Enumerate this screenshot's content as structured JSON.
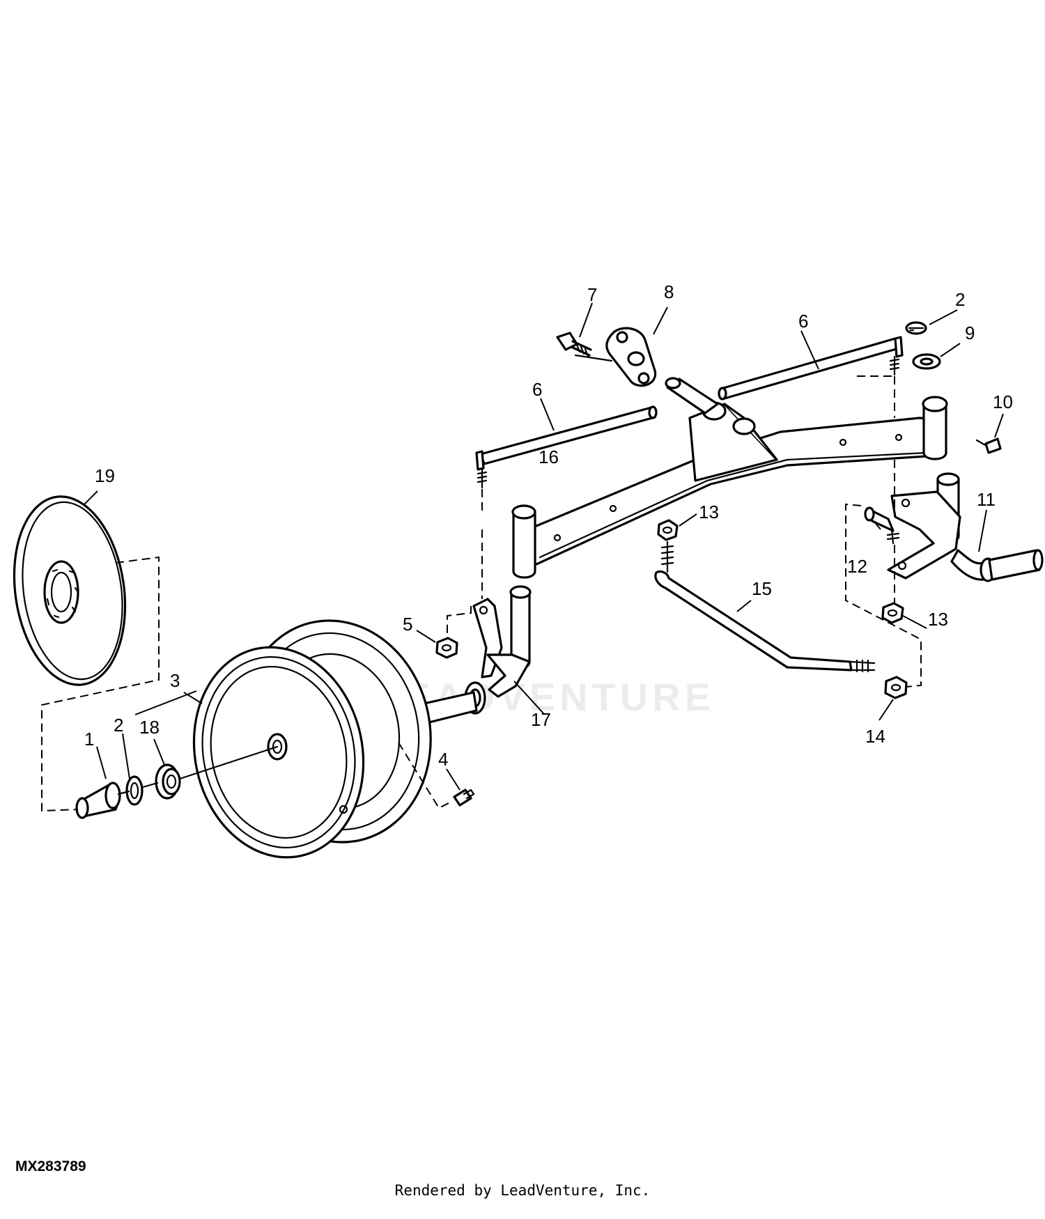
{
  "diagram": {
    "callouts": {
      "c1": "1",
      "c2a": "2",
      "c2b": "2",
      "c3": "3",
      "c4": "4",
      "c5": "5",
      "c6a": "6",
      "c6b": "6",
      "c7": "7",
      "c8": "8",
      "c9": "9",
      "c10": "10",
      "c11": "11",
      "c12": "12",
      "c13a": "13",
      "c13b": "13",
      "c14": "14",
      "c15": "15",
      "c16": "16",
      "c17": "17",
      "c18": "18",
      "c19": "19"
    },
    "watermark": "LEADVENTURE",
    "drawing_id": "MX283789",
    "render_credit": "Rendered by LeadVenture, Inc."
  },
  "colors": {
    "line": "#000000",
    "background": "#ffffff"
  }
}
